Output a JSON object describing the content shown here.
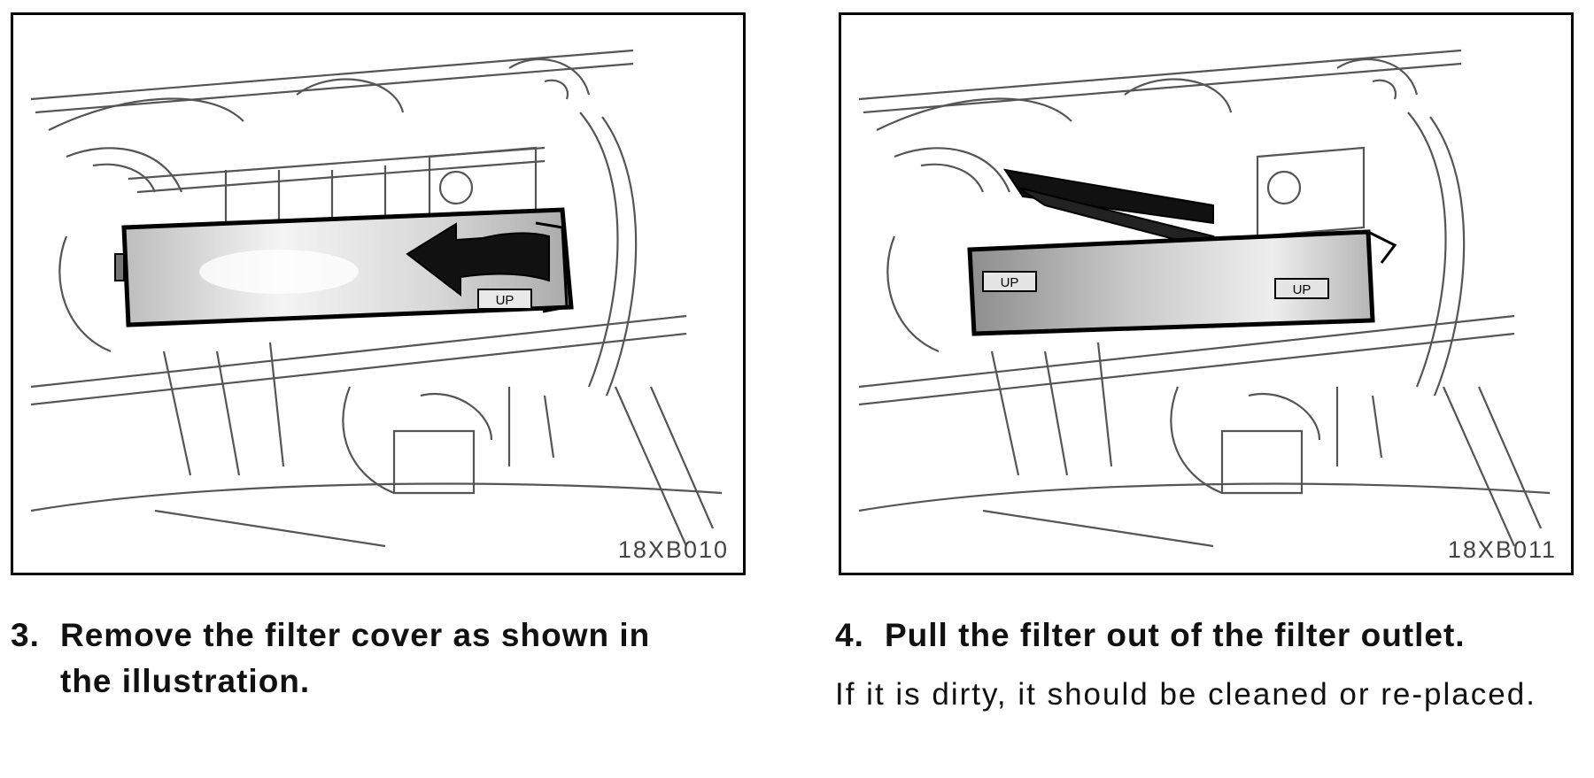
{
  "figures": [
    {
      "code": "18XB010"
    },
    {
      "code": "18XB011"
    }
  ],
  "steps": [
    {
      "number": "3.",
      "line1": "Remove the filter cover as shown in",
      "line2": "the illustration."
    },
    {
      "number": "4.",
      "line1": "Pull the filter out of the filter outlet.",
      "line2": ""
    }
  ],
  "note": "If it is dirty, it should be cleaned or re-placed.",
  "illustration_labels": {
    "up_marker": "UP"
  }
}
